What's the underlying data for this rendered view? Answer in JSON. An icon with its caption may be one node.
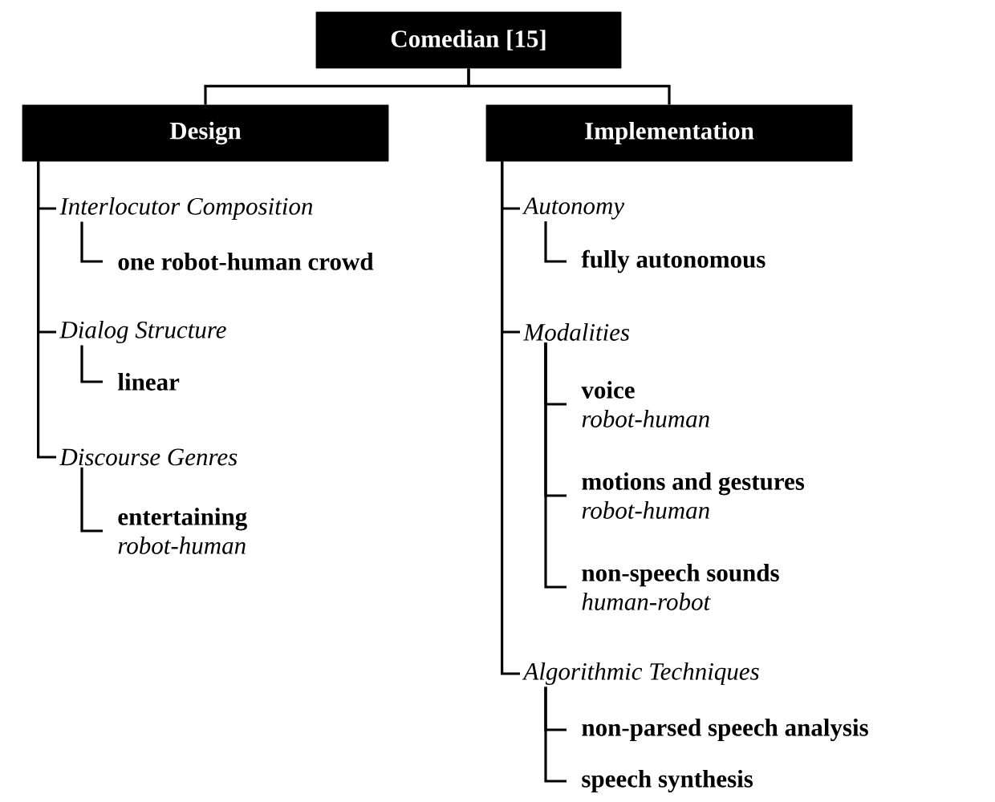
{
  "diagram": {
    "nodes": [
      {
        "text": [
          "Comedian [15]"
        ]
      },
      {
        "text": [
          "Design"
        ]
      },
      {
        "text": [
          "Implementation"
        ]
      },
      {
        "text": [
          "Interlocutor Composition"
        ]
      },
      {
        "text": [
          "one robot-human crowd"
        ]
      },
      {
        "text": [
          "Dialog Structure"
        ]
      },
      {
        "text": [
          "linear"
        ]
      },
      {
        "text": [
          "Discourse Genres"
        ]
      },
      {
        "text": [
          "entertaining",
          "robot-human"
        ]
      },
      {
        "text": [
          "Autonomy"
        ]
      },
      {
        "text": [
          "fully autonomous"
        ]
      },
      {
        "text": [
          "Modalities"
        ]
      },
      {
        "text": [
          "voice",
          "robot-human"
        ]
      },
      {
        "text": [
          "motions and gestures",
          "robot-human"
        ]
      },
      {
        "text": [
          "non-speech sounds",
          "human-robot"
        ]
      },
      {
        "text": [
          "Algorithmic Techniques"
        ]
      },
      {
        "text": [
          "non-parsed speech analysis"
        ]
      },
      {
        "text": [
          "speech synthesis"
        ]
      }
    ],
    "edges": [
      {
        "from": 0,
        "to": 1,
        "arrow": "none"
      },
      {
        "from": 0,
        "to": 2,
        "arrow": "none"
      },
      {
        "from": 1,
        "to": 3,
        "arrow": "none"
      },
      {
        "from": 1,
        "to": 5,
        "arrow": "none"
      },
      {
        "from": 1,
        "to": 7,
        "arrow": "none"
      },
      {
        "from": 3,
        "to": 4,
        "arrow": "none"
      },
      {
        "from": 5,
        "to": 6,
        "arrow": "none"
      },
      {
        "from": 7,
        "to": 8,
        "arrow": "none"
      },
      {
        "from": 2,
        "to": 9,
        "arrow": "none"
      },
      {
        "from": 2,
        "to": 11,
        "arrow": "none"
      },
      {
        "from": 2,
        "to": 15,
        "arrow": "none"
      },
      {
        "from": 9,
        "to": 10,
        "arrow": "none"
      },
      {
        "from": 11,
        "to": 12,
        "arrow": "none"
      },
      {
        "from": 11,
        "to": 13,
        "arrow": "none"
      },
      {
        "from": 11,
        "to": 14,
        "arrow": "none"
      },
      {
        "from": 15,
        "to": 16,
        "arrow": "none"
      },
      {
        "from": 15,
        "to": 17,
        "arrow": "none"
      }
    ]
  }
}
